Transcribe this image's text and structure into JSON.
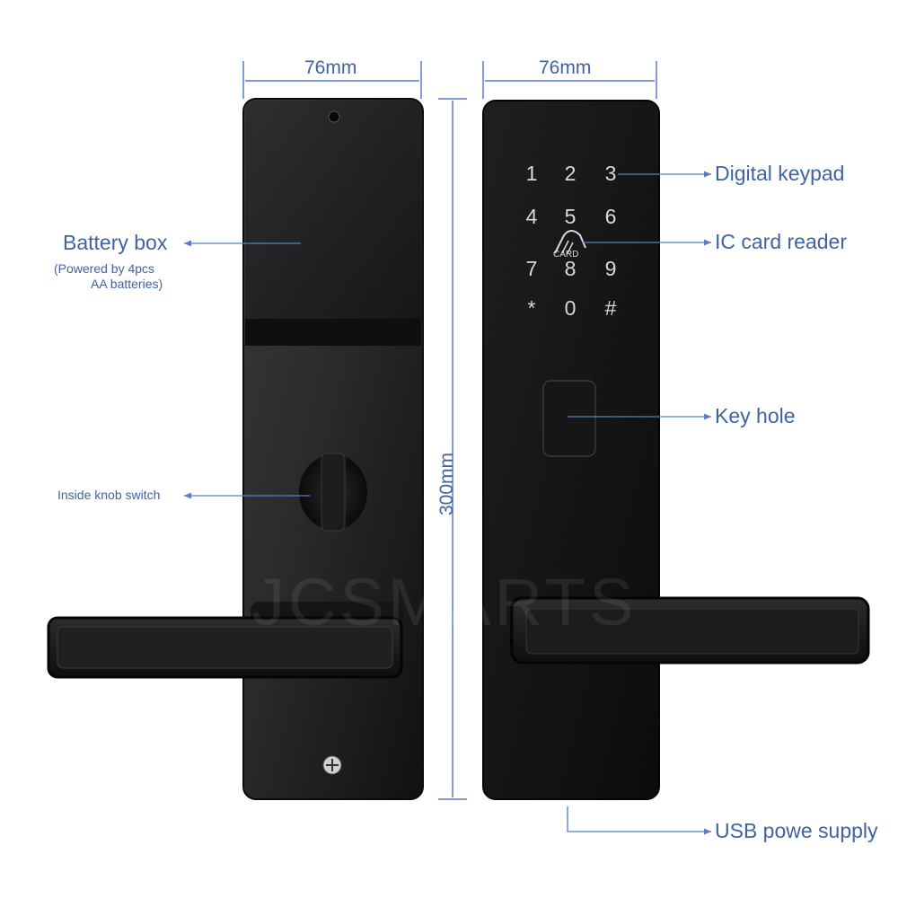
{
  "dimensions": {
    "width_left": "76mm",
    "width_right": "76mm",
    "height": "300mm"
  },
  "callouts": {
    "battery_box": "Battery box",
    "battery_note_line1": "(Powered by 4pcs",
    "battery_note_line2": "AA batteries)",
    "knob_switch": "Inside knob switch",
    "digital_keypad": "Digital keypad",
    "ic_card_reader": "IC card reader",
    "key_hole": "Key hole",
    "usb_supply": "USB powe supply"
  },
  "keypad": {
    "keys": [
      "1",
      "2",
      "3",
      "4",
      "5",
      "6",
      "7",
      "8",
      "9",
      "*",
      "0",
      "#"
    ],
    "card_label": "CARD"
  },
  "watermark": "JCSMARTS",
  "colors": {
    "label_blue": "#3f63a3",
    "body_black": "#1a1a1a",
    "key_white": "#d9d9d9"
  }
}
